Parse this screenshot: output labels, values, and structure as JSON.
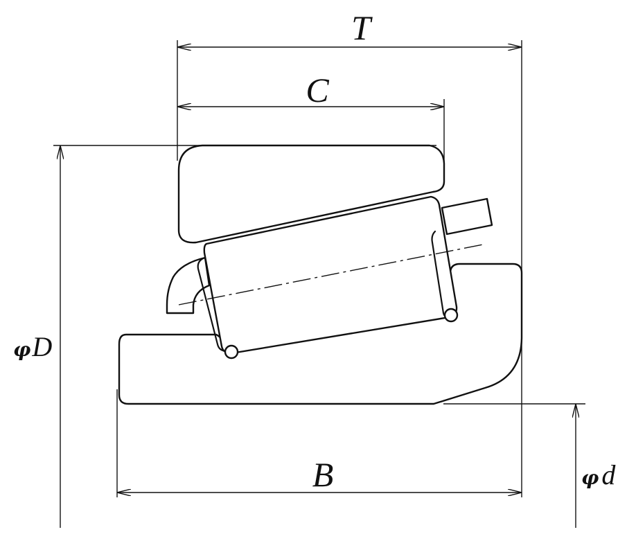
{
  "dimensions": {
    "T": "T",
    "C": "C",
    "B": "B",
    "D_symbol": "φ",
    "D_letter": "D",
    "d_symbol": "φ",
    "d_letter": "d"
  },
  "colors": {
    "line": "#111111",
    "background": "#ffffff"
  }
}
